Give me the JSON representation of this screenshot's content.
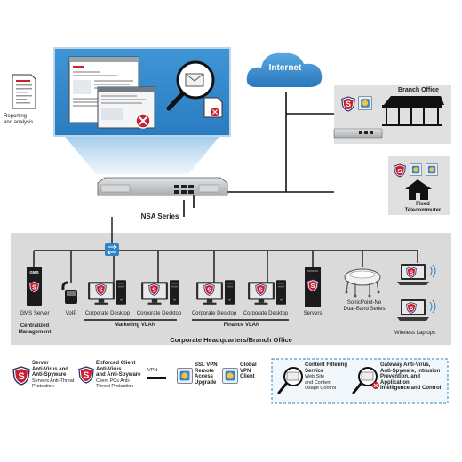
{
  "colors": {
    "accent_blue": "#2e84c6",
    "red": "#c8202e",
    "hq_panel": "#d9d9d9",
    "device": "#c4c7ca",
    "dark": "#1b1b1b"
  },
  "reporting": {
    "label_line1": "Reporting",
    "label_line2": "and analysis"
  },
  "internet": {
    "label": "Internet"
  },
  "branch": {
    "label": "Branch Office"
  },
  "telecommuter": {
    "label_line1": "Fixed",
    "label_line2": "Telecommuter"
  },
  "nsa": {
    "label": "NSA Series"
  },
  "hq": {
    "title": "Corporate Headquarters/Branch Office",
    "gms_server": "GMS Server",
    "gms_badge": "GMS",
    "centralized_line1": "Centralized",
    "centralized_line2": "Management",
    "voip": "VoIP",
    "corp_desktop": "Corporate Desktop",
    "marketing_vlan": "Marketing VLAN",
    "finance_vlan": "Finance VLAN",
    "servers": "Servers",
    "sonicpoint_line1": "SonicPoint-Ne",
    "sonicpoint_line2": "Dual-Band Series",
    "wireless": "Wireless Laptops"
  },
  "legend": {
    "server_av": {
      "title_line1": "Server",
      "title_line2": "Anti-Virus and",
      "title_line3": "Anti-Spyware",
      "desc_line1": "Servers Anti-Threat",
      "desc_line2": "Protection"
    },
    "client_av": {
      "title_line1": "Enforced Client",
      "title_line2": "Anti-Virus",
      "title_line3": "and Anti-Spyware",
      "desc_line1": "Client PCs Anti-",
      "desc_line2": "Threat Protection"
    },
    "vpn": {
      "label": "VPN"
    },
    "ssl_vpn": {
      "line1": "SSL VPN",
      "line2": "Remote",
      "line3": "Access",
      "line4": "Upgrade"
    },
    "global_vpn": {
      "line1": "Global",
      "line2": "VPN",
      "line3": "Client"
    },
    "content_filter": {
      "title_line1": "Content Filtering",
      "title_line2": "Service",
      "desc_line1": "Web Site",
      "desc_line2": "and Content",
      "desc_line3": "Usage Control"
    },
    "gateway": {
      "line1": "Gateway Anti-Virus,",
      "line2": "Anti-Spyware, Intrusion",
      "line3": "Prevention, and Application",
      "line4": "Intelligence and Control"
    }
  }
}
